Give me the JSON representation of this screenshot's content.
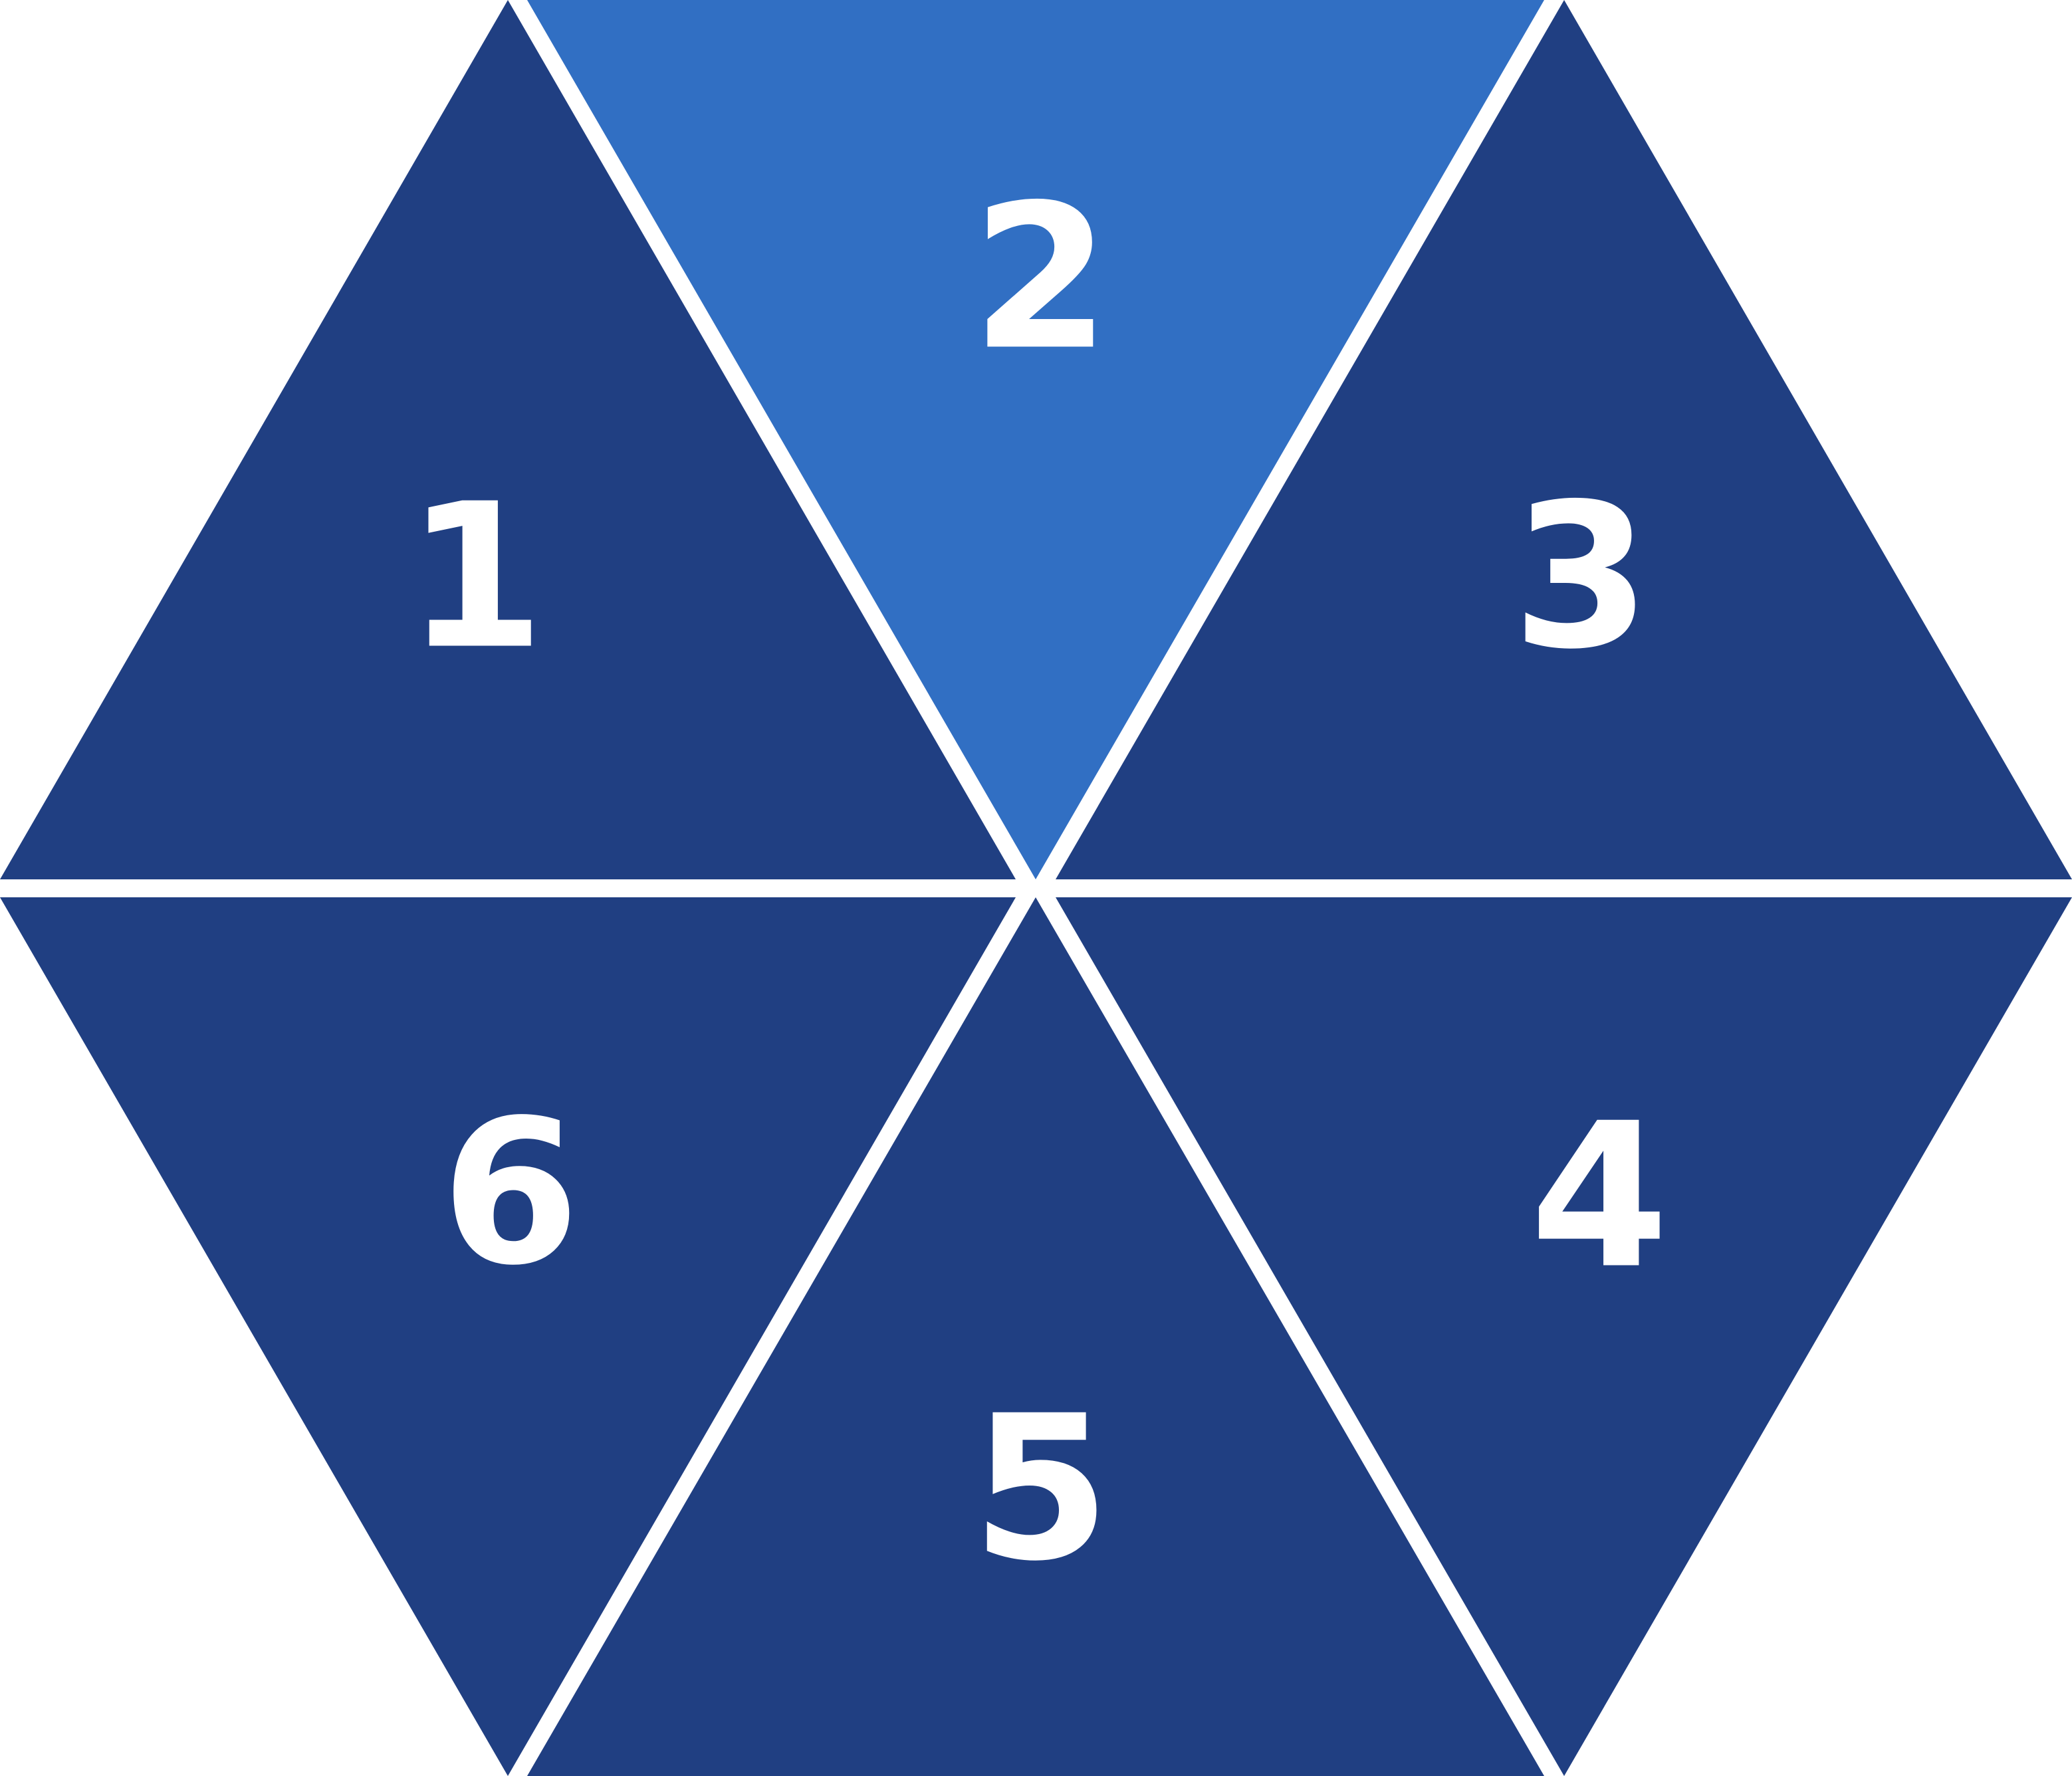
{
  "diagram": {
    "segments": [
      {
        "id": "1",
        "label": "1",
        "highlighted": false
      },
      {
        "id": "2",
        "label": "2",
        "highlighted": true
      },
      {
        "id": "3",
        "label": "3",
        "highlighted": false
      },
      {
        "id": "4",
        "label": "4",
        "highlighted": false
      },
      {
        "id": "5",
        "label": "5",
        "highlighted": false
      },
      {
        "id": "6",
        "label": "6",
        "highlighted": false
      }
    ]
  },
  "colors": {
    "background": "#ffffff",
    "segment": "#203f82",
    "segment_highlight": "#316fc3",
    "label": "#ffffff"
  }
}
